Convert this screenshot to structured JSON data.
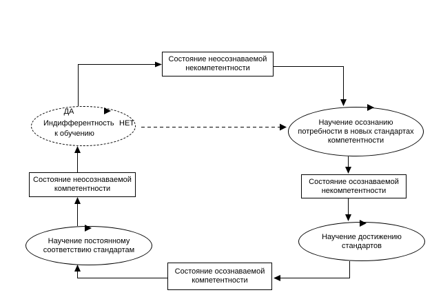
{
  "colors": {
    "background": "#ffffff",
    "line": "#000000",
    "text": "#000000"
  },
  "nodes": {
    "unconscious_incompetence_state": {
      "shape": "rectangle",
      "lines": [
        "Состояние неосознаваемой",
        "некомпетентности"
      ]
    },
    "indifference_to_learning": {
      "shape": "ellipse-dashed",
      "yes_label": "ДА",
      "no_label": "НЕТ",
      "lines": [
        "Индифферентность",
        "к обучению"
      ]
    },
    "learning_awareness_of_need": {
      "shape": "ellipse",
      "lines": [
        "Научение осознанию",
        "потребности в новых стандартах",
        "компетентности"
      ]
    },
    "conscious_incompetence_state": {
      "shape": "rectangle",
      "lines": [
        "Состояние осознаваемой",
        "некомпетентности"
      ]
    },
    "learning_achievement_of_standards": {
      "shape": "ellipse",
      "lines": [
        "Научение достижению",
        "стандартов"
      ]
    },
    "conscious_competence_state": {
      "shape": "rectangle",
      "lines": [
        "Состояние осознаваемой",
        "компетентности"
      ]
    },
    "learning_constant_conformity": {
      "shape": "ellipse",
      "lines": [
        "Научение постоянному",
        "соответствию стандартам"
      ]
    },
    "unconscious_competence_state": {
      "shape": "rectangle",
      "lines": [
        "Состояние неосознаваемой",
        "компетентности"
      ]
    }
  }
}
